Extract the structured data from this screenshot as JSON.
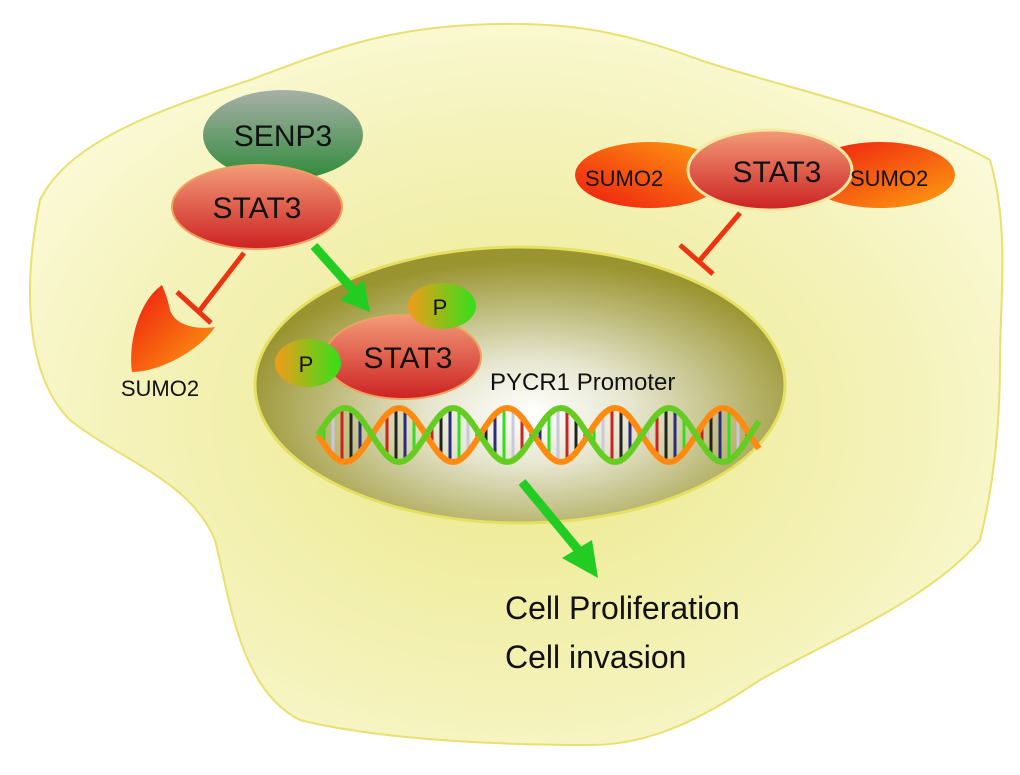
{
  "labels": {
    "senp3": "SENP3",
    "stat3_cytoplasm": "STAT3",
    "sumo2_free": "SUMO2",
    "stat3_sumoylated": "STAT3",
    "sumo2_left": "SUMO2",
    "sumo2_right": "SUMO2",
    "stat3_nucleus": "STAT3",
    "phospho_1": "P",
    "phospho_2": "P",
    "promoter": "PYCR1 Promoter",
    "outcome_1": "Cell Proliferation",
    "outcome_2": "Cell invasion"
  },
  "colors": {
    "activation_arrow": "#22cc22",
    "inhibition": "#ee3311",
    "cell_fill": "#f4f2b0",
    "nucleus_fill": "#a8a43a"
  }
}
